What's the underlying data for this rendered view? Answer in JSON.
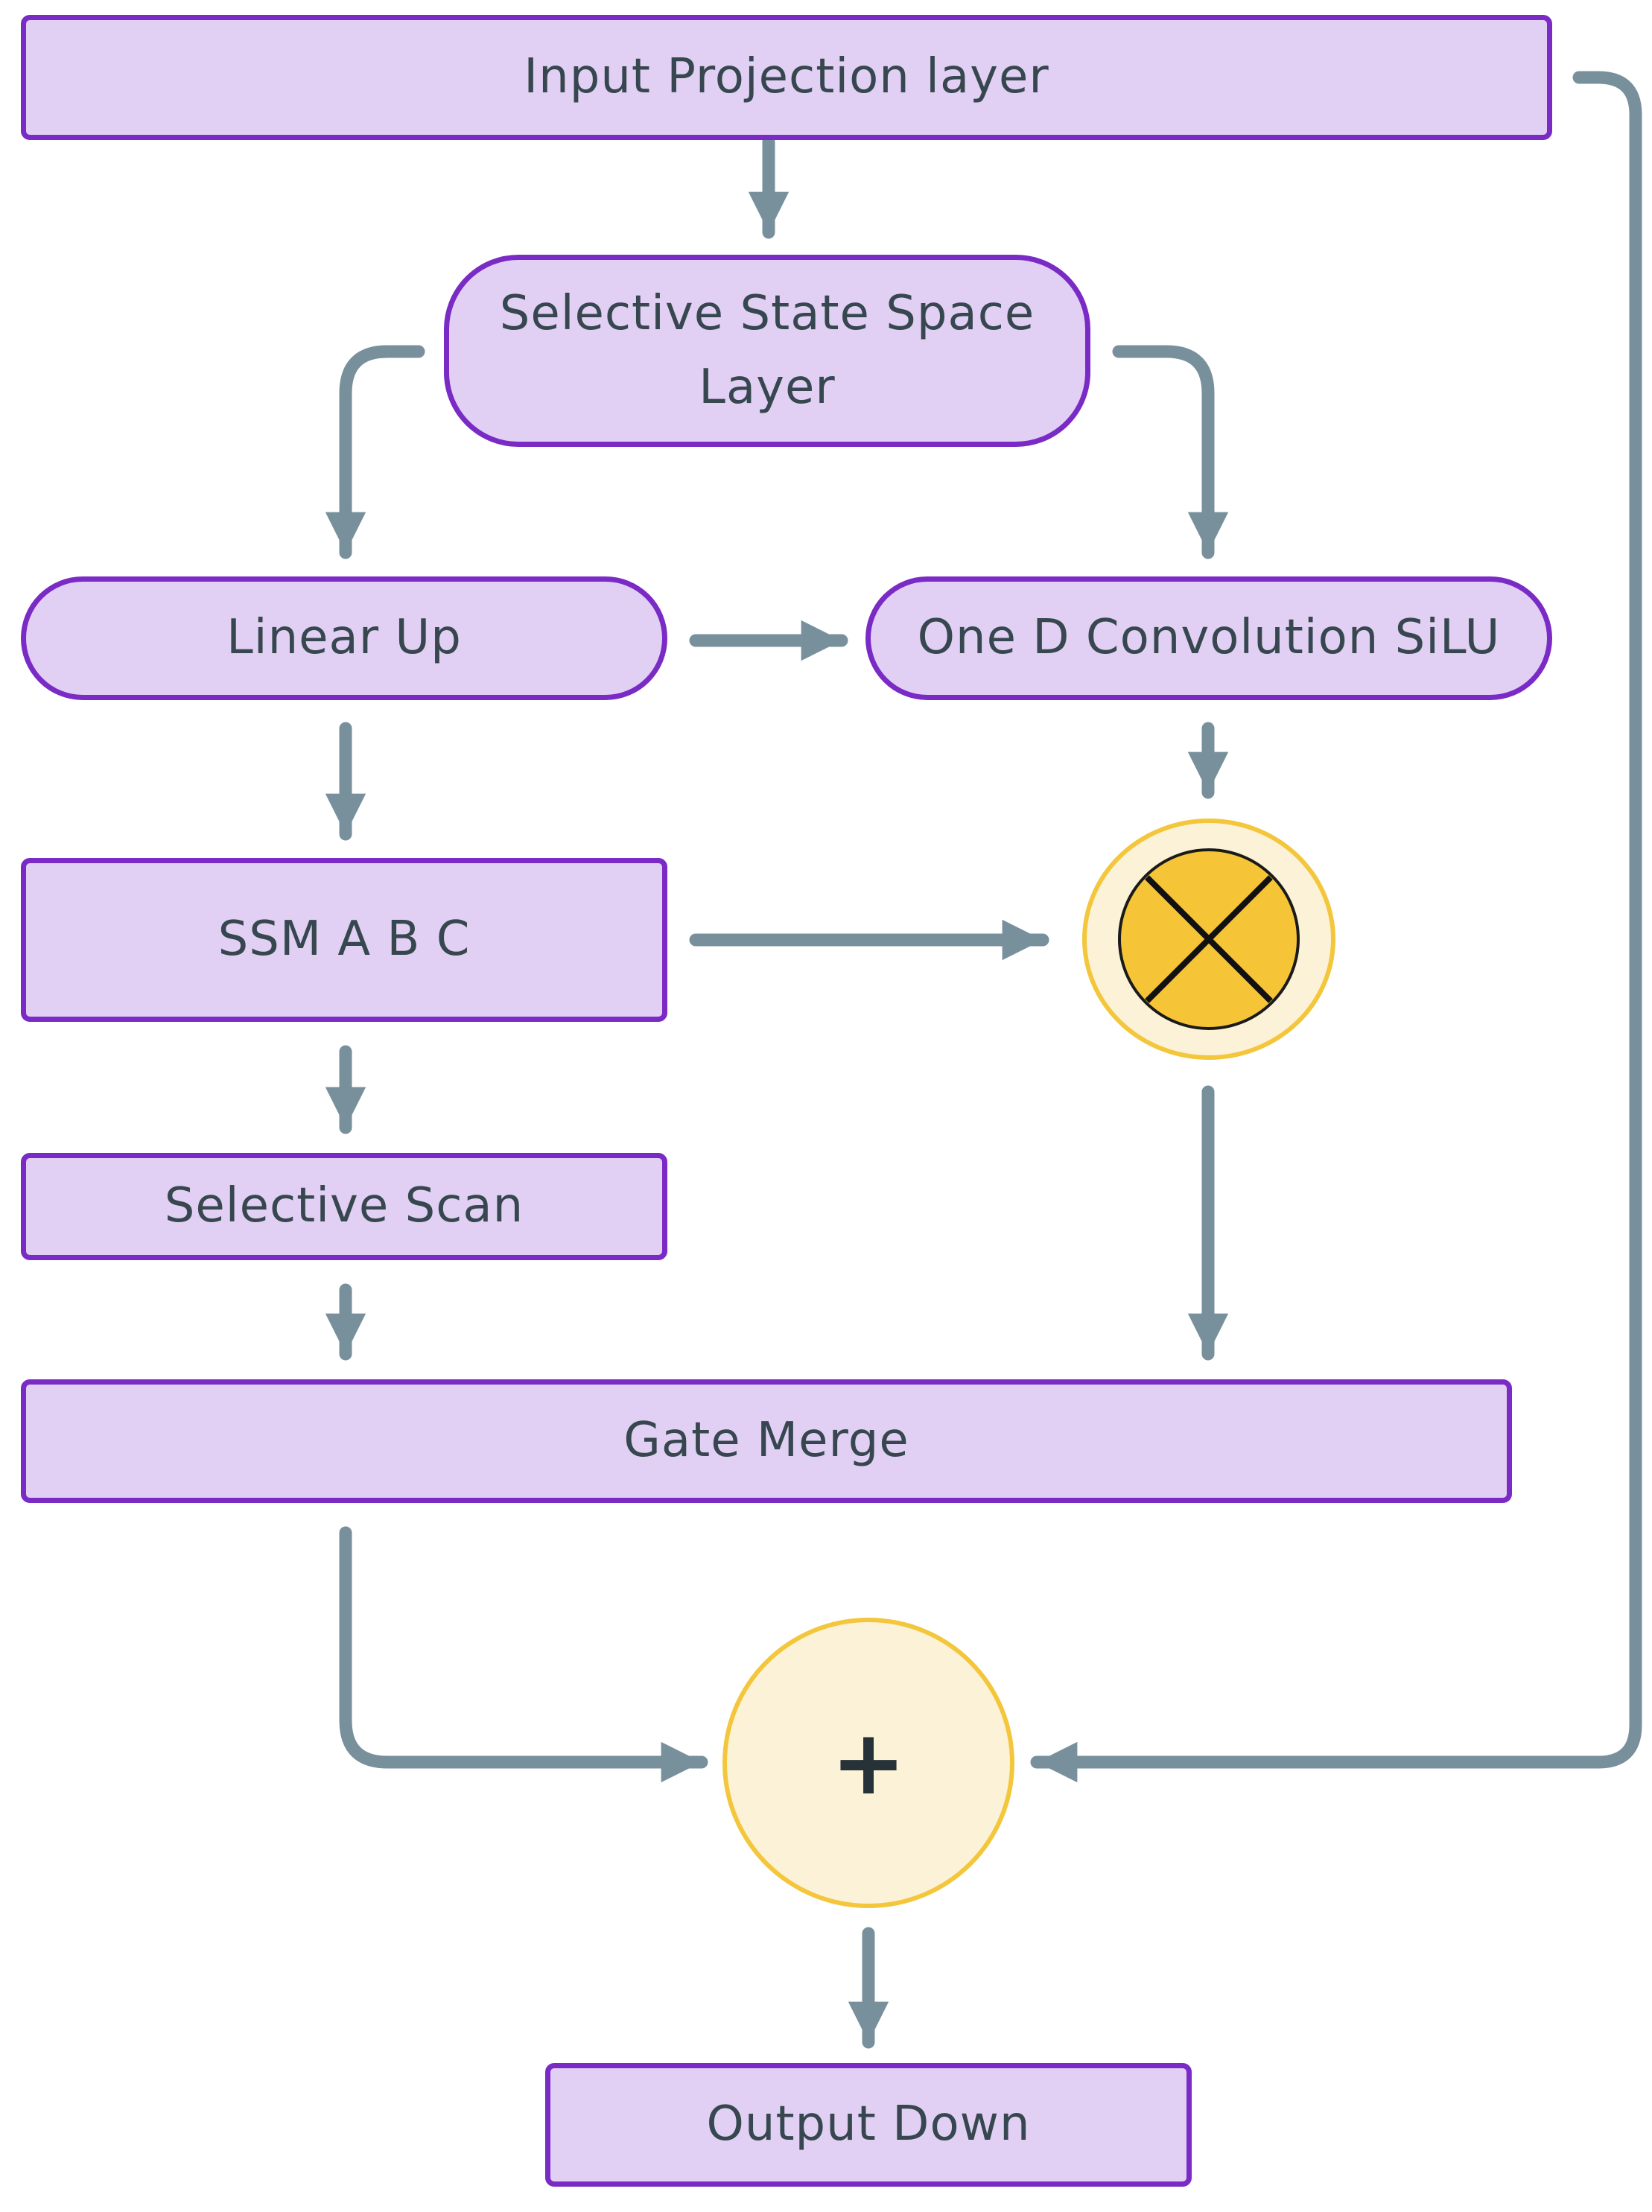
{
  "diagram": {
    "nodes": {
      "input_projection": "Input Projection layer",
      "selective_ssl": [
        "Selective State Space",
        "Layer"
      ],
      "linear_up": "Linear Up",
      "conv_silu": "One D Convolution SiLU",
      "ssm_abc": "SSM A B C",
      "selective_scan": "Selective Scan",
      "gate_merge": "Gate Merge",
      "output_down": "Output Down"
    },
    "operators": {
      "multiply_icon": "multiply-icon",
      "plus_symbol": "+"
    },
    "colors": {
      "node_fill": "#e2d0f4",
      "node_border": "#7a2bc6",
      "text": "#37474f",
      "arrow": "#78909c",
      "operator_ring": "#fcf2d7",
      "operator_core": "#f6c537",
      "operator_border": "#f3c63c"
    }
  }
}
